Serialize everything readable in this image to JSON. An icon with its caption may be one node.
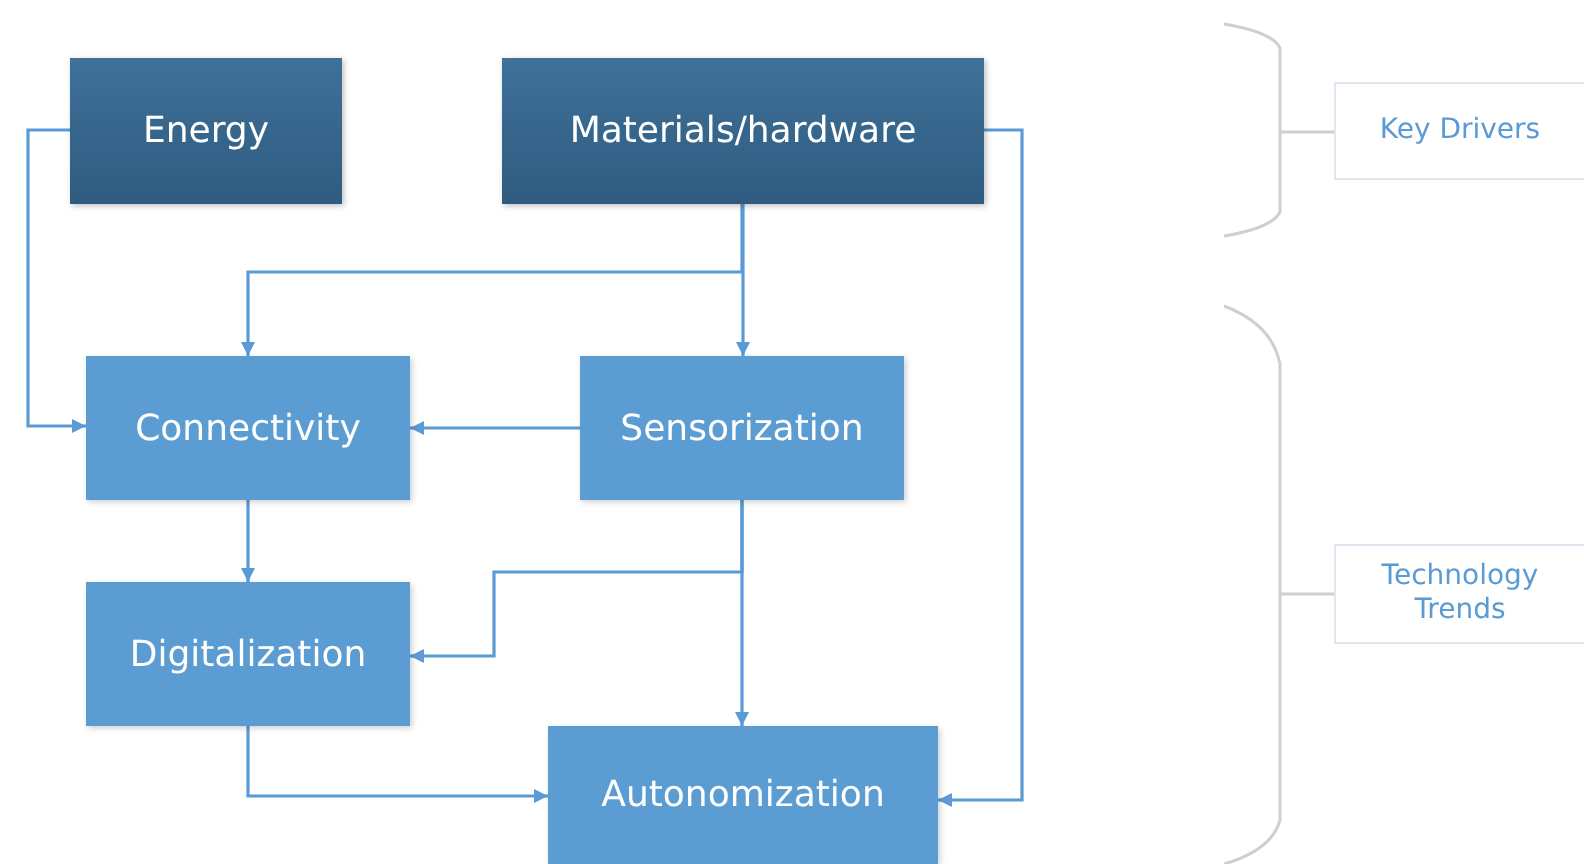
{
  "diagram": {
    "nodes": [
      {
        "text": [
          "Energy"
        ]
      },
      {
        "text": [
          "Materials/hardware"
        ]
      },
      {
        "text": [
          "Connectivity"
        ]
      },
      {
        "text": [
          "Sensorization"
        ]
      },
      {
        "text": [
          "Digitalization"
        ]
      },
      {
        "text": [
          "Autonomization"
        ]
      },
      {
        "text": [
          "Key Drivers"
        ]
      },
      {
        "text": [
          "Technology Trends"
        ]
      }
    ],
    "edges": [
      {
        "from": 0,
        "to": 2,
        "arrow": "to"
      },
      {
        "from": 1,
        "to": 2,
        "arrow": "to"
      },
      {
        "from": 1,
        "to": 3,
        "arrow": "to"
      },
      {
        "from": 1,
        "to": 5,
        "arrow": "to"
      },
      {
        "from": 3,
        "to": 2,
        "arrow": "to"
      },
      {
        "from": 2,
        "to": 4,
        "arrow": "to"
      },
      {
        "from": 3,
        "to": 4,
        "arrow": "to"
      },
      {
        "from": 3,
        "to": 5,
        "arrow": "to"
      },
      {
        "from": 4,
        "to": 5,
        "arrow": "to"
      }
    ]
  }
}
